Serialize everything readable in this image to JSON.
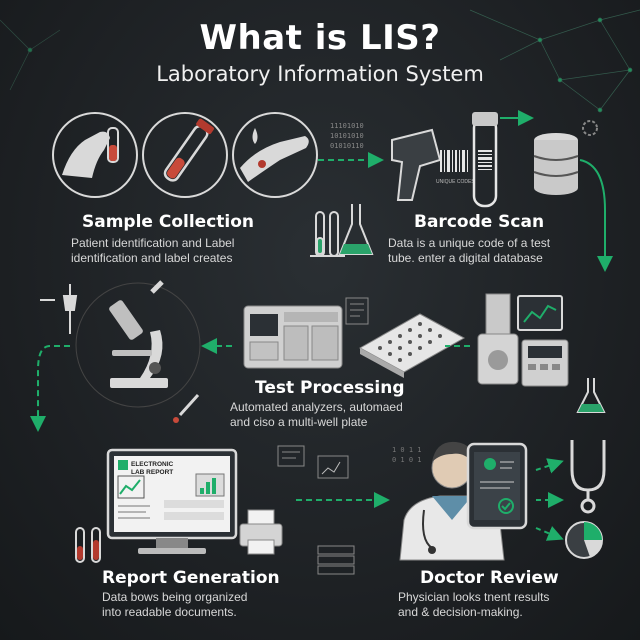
{
  "header": {
    "title": "What is LIS?",
    "subtitle": "Laboratory Information System"
  },
  "steps": {
    "sample_collection": {
      "title": "Sample Collection",
      "line1": "Patient identification and Label",
      "line2": "identification and label creates"
    },
    "barcode_scan": {
      "title": "Barcode Scan",
      "line1": "Data is a unique code of a test",
      "line2": "tube. enter a digital database",
      "barcode_caption": "UNIQUE CODES"
    },
    "test_processing": {
      "title": "Test Processing",
      "line1": "Automated analyzers, automaed",
      "line2": "and ciso a multi-well plate"
    },
    "report_generation": {
      "title": "Report Generation",
      "line1": "Data bows being organized",
      "line2": "into readable documents.",
      "report_heading_1": "ELECTRONIC",
      "report_heading_2": "LAB REPORT"
    },
    "doctor_review": {
      "title": "Doctor Review",
      "line1": "Physician looks tnent results",
      "line2": "and & decision-making."
    }
  },
  "decor": {
    "binary_1": "11101010",
    "binary_2": "10101010",
    "binary_3": "01010110"
  },
  "colors": {
    "background": "#1e2225",
    "accent_green": "#1fae6a",
    "line_art": "#d9d9d9",
    "text": "#ffffff"
  },
  "icons": [
    "hand-holding-tube-icon",
    "test-tube-icon",
    "dropper-hand-icon",
    "barcode-scanner-icon",
    "database-icon",
    "microscope-icon",
    "analyzer-icon",
    "multiwell-plate-icon",
    "monitor-report-icon",
    "printer-icon",
    "doctor-icon",
    "tablet-icon",
    "stethoscope-icon",
    "pie-chart-icon"
  ]
}
